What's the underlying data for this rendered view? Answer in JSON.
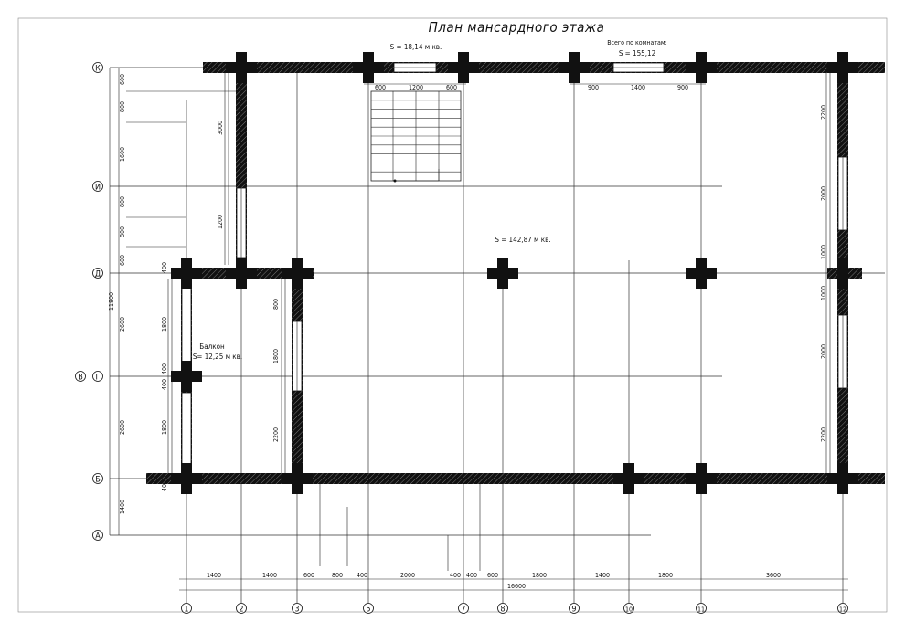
{
  "title": "План мансардного этажа",
  "areas": {
    "stair": "S = 18,14 м кв.",
    "total": "Всего по комнатам:",
    "total_value": "S = 155,12",
    "main": "S = 142,87 м кв.",
    "balcony_name": "Балкон",
    "balcony_area": "S= 12,25 м кв."
  },
  "axes_bottom": [
    "1",
    "2",
    "3",
    "5",
    "7",
    "8",
    "9",
    "10",
    "11",
    "12"
  ],
  "axes_left": [
    "К",
    "И",
    "Д",
    "Г",
    "Б",
    "А"
  ],
  "axis_extra": "В",
  "dims_bottom": [
    "1400",
    "1400",
    "600",
    "800",
    "400",
    "2000",
    "400",
    "400",
    "600",
    "1800",
    "1400",
    "1800",
    "3600"
  ],
  "dim_total_bottom": "16600",
  "dims_left": [
    "600",
    "800",
    "1600",
    "800",
    "800",
    "600",
    "2600",
    "2600",
    "1400"
  ],
  "dim_total_left": "11800",
  "dims_top_stair": [
    "600",
    "1200",
    "600"
  ],
  "dims_top_right": [
    "900",
    "1400",
    "900"
  ],
  "dims_wall_left": [
    "3000",
    "1200"
  ],
  "dims_balcony_left": [
    "400",
    "1800",
    "400",
    "400",
    "1800",
    "400"
  ],
  "dims_balcony_right": [
    "800",
    "1800",
    "2200"
  ],
  "dims_right_wall": [
    "2200",
    "2000",
    "1000",
    "1000",
    "2000",
    "2200"
  ]
}
